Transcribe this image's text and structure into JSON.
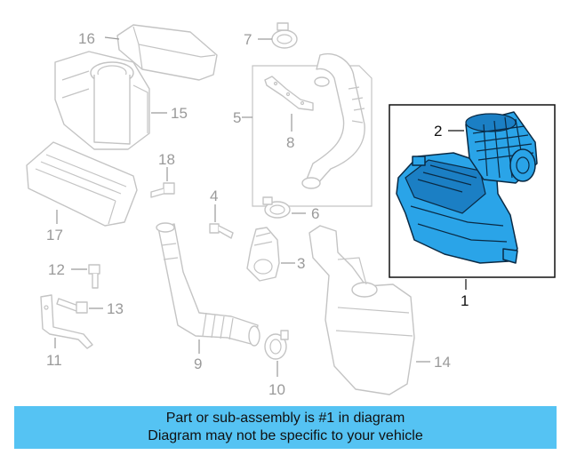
{
  "diagram": {
    "callouts": {
      "c1": "1",
      "c2": "2",
      "c3": "3",
      "c4": "4",
      "c5": "5",
      "c6": "6",
      "c7": "7",
      "c8": "8",
      "c9": "9",
      "c10": "10",
      "c11": "11",
      "c12": "12",
      "c13": "13",
      "c14": "14",
      "c15": "15",
      "c16": "16",
      "c17": "17",
      "c18": "18"
    },
    "highlighted_part": "1",
    "highlight_color": "#2aa4e8",
    "highlight_box_color": "#111111"
  },
  "banner": {
    "line1": "Part or sub-assembly is #1 in diagram",
    "line2": "Diagram may not be specific to your vehicle",
    "background": "#55c3f3"
  }
}
